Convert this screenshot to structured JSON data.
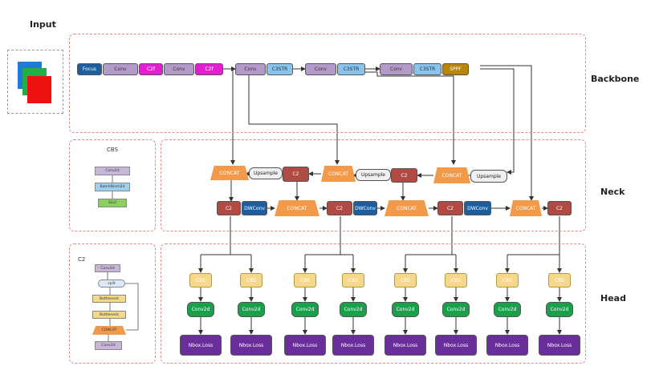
{
  "sections": {
    "input": "Input",
    "backbone": "Backbone",
    "neck": "Neck",
    "head": "Head"
  },
  "backbone": {
    "focus": "Focus",
    "conv": "Conv",
    "c2f": "C2f",
    "c3str": "C3STR",
    "sppf": "SPPF"
  },
  "neck": {
    "concat": "CONCAT",
    "upsample": "Upsample",
    "c2": "C2",
    "dwconv": "DWConv"
  },
  "head": {
    "cbs": "CBS",
    "conv2d": "Conv2d",
    "loss": "Nbox.Loss"
  },
  "legend_cbs": {
    "title": "CBS",
    "items": [
      "Conv2d",
      "BatchNorm2d",
      "SiLU"
    ]
  },
  "legend_c2": {
    "title": "C2",
    "items": [
      "Conv2d",
      "split",
      "Bottleneck",
      "Bottleneck",
      "CONCAT",
      "Conv2d"
    ]
  },
  "colors": {
    "dashed_border": "#e48a8a",
    "focus": "#1f5e9e",
    "conv": "#b39bc9",
    "c2f": "#e020d0",
    "c3str": "#8cc3ea",
    "sppf": "#b8860b",
    "c2": "#b04a43",
    "concat": "#f29a4a",
    "cbs": "#f5d98a",
    "conv2d": "#1aa04a",
    "loss": "#6a2e9a"
  }
}
